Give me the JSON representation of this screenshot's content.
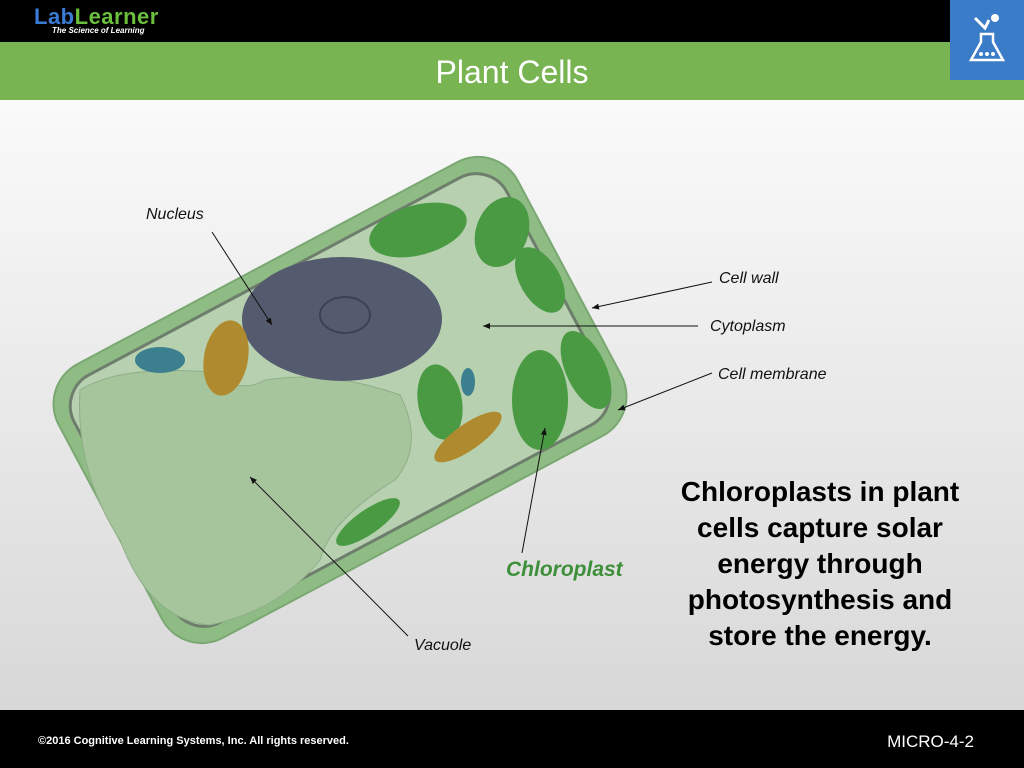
{
  "header": {
    "logo_part1": "Lab",
    "logo_part2": "Learner",
    "tagline": "The Science of Learning",
    "title": "Plant Cells",
    "badge_icon": "flask-sprout-icon"
  },
  "diagram": {
    "labels": {
      "nucleus": "Nucleus",
      "cell_wall": "Cell wall",
      "cytoplasm": "Cytoplasm",
      "cell_membrane": "Cell membrane",
      "vacuole": "Vacuole",
      "chloroplast": "Chloroplast"
    },
    "caption": "Chloroplasts in plant cells capture solar energy through photosynthesis and store the energy."
  },
  "footer": {
    "copyright": "©2016 Cognitive Learning Systems, Inc.  All rights reserved.",
    "code": "MICRO-4-2"
  },
  "colors": {
    "green": "#78b451",
    "blue": "#3b7cc9"
  }
}
